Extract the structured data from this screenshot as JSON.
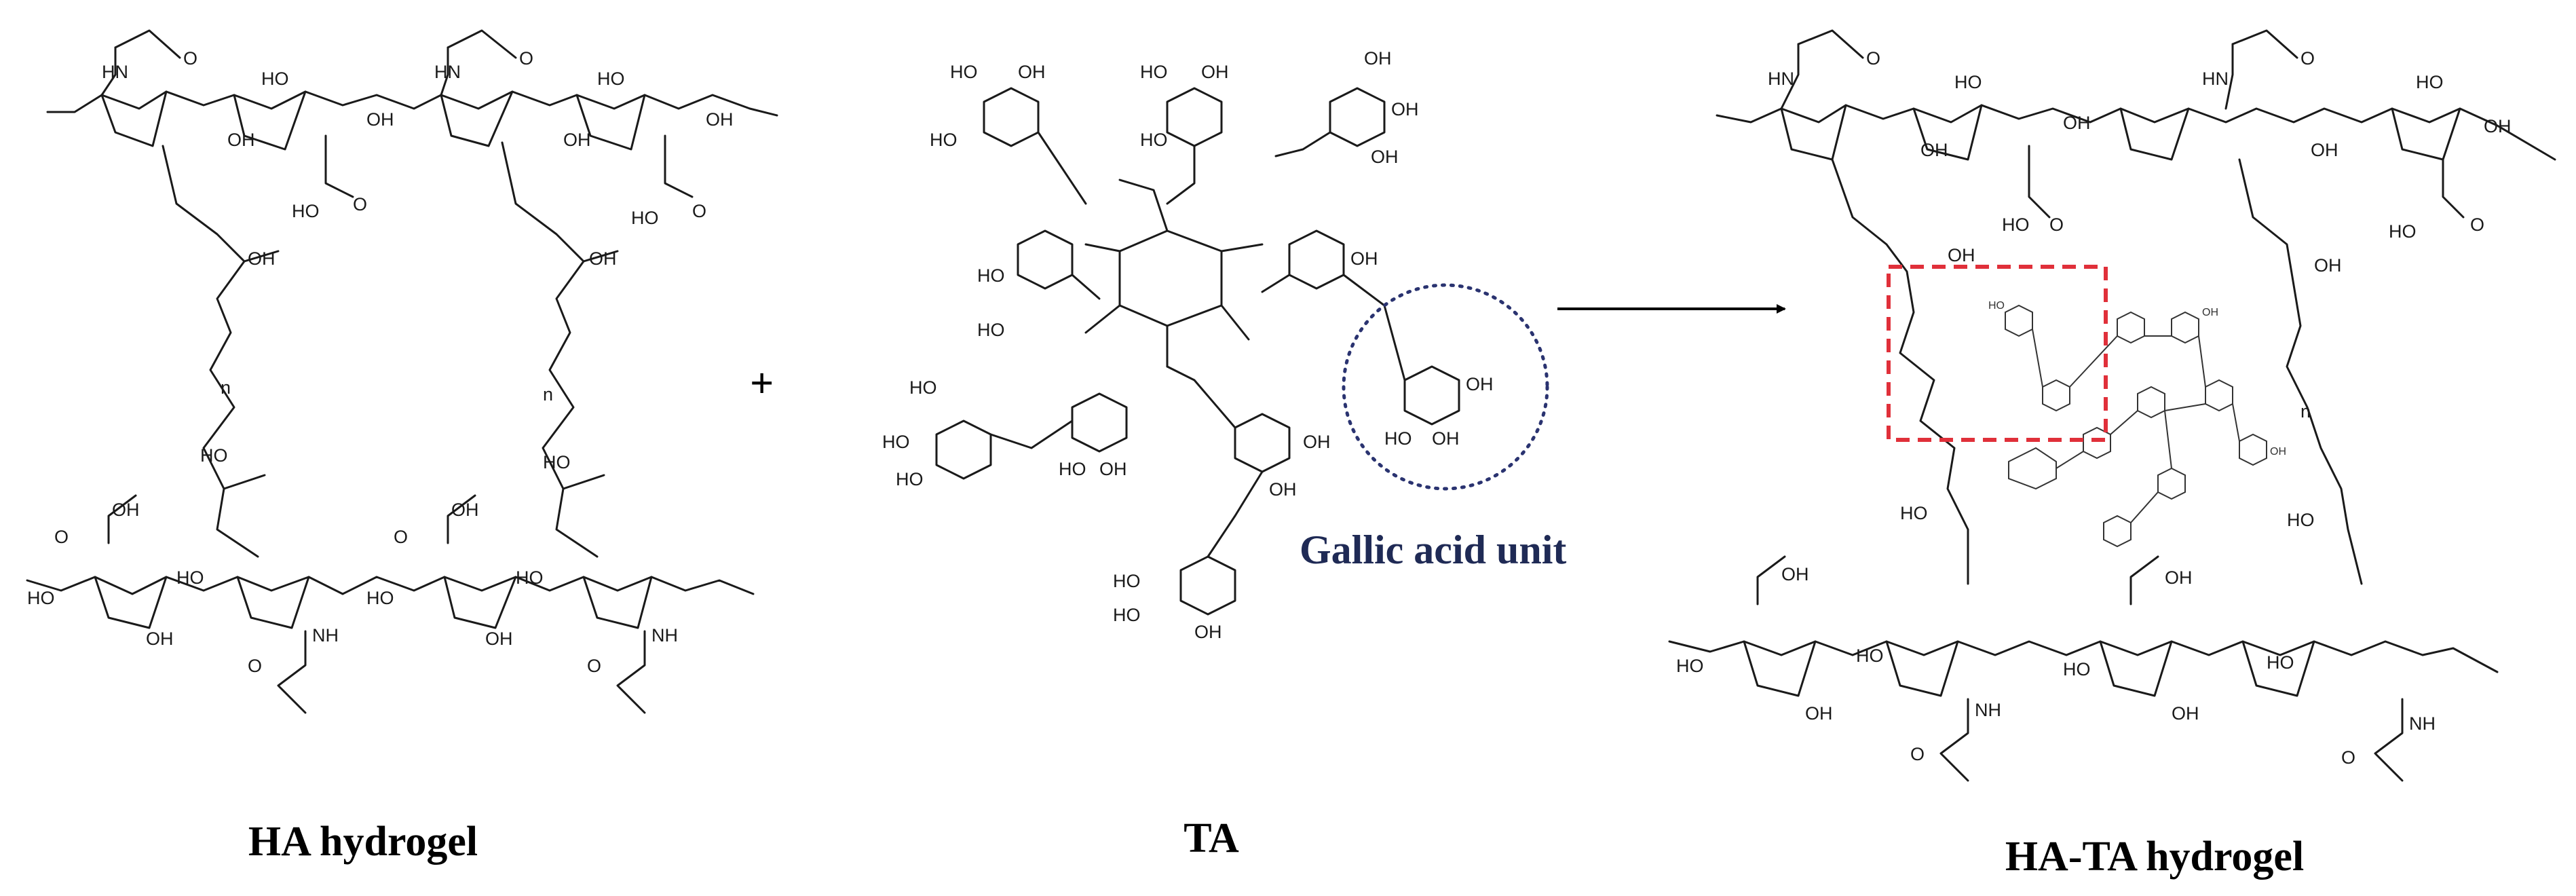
{
  "captions": {
    "ha": "HA hydrogel",
    "ta": "TA",
    "hata": "HA-TA hydrogel"
  },
  "annotation": {
    "gallic": "Gallic acid unit"
  },
  "operators": {
    "plus": "+"
  },
  "atoms": {
    "oh": "OH",
    "ho": "HO",
    "nh": "NH",
    "hn": "HN",
    "o": "O",
    "n": "n"
  },
  "colors": {
    "highlight_box": "#e0303a",
    "gallic_circle": "#2a3370",
    "annotation_text": "#1f2a55"
  }
}
